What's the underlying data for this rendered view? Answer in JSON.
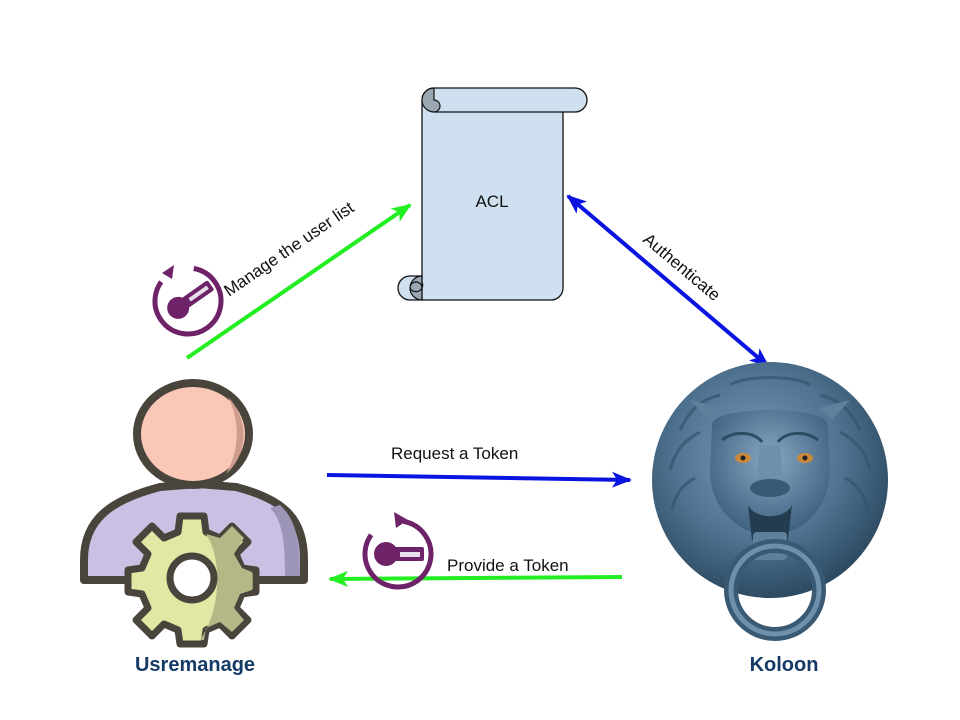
{
  "diagram": {
    "nodes": {
      "acl": {
        "label": "ACL",
        "fill": "#cfe0f0",
        "icon": "scroll-icon"
      },
      "usremanage": {
        "label": "Usremanage",
        "icon": "user-gear-icon"
      },
      "koloon": {
        "label": "Koloon",
        "icon": "lion-door-knocker-icon"
      }
    },
    "edges": [
      {
        "id": "manage",
        "from": "usremanage",
        "to": "acl",
        "label": "Manage the user list",
        "color": "#22ee22",
        "direction": "forward",
        "icon": "token-key-icon"
      },
      {
        "id": "authenticate",
        "from": "koloon",
        "to": "acl",
        "label": "Authenticate",
        "color": "#0a14e0",
        "direction": "both"
      },
      {
        "id": "request",
        "from": "usremanage",
        "to": "koloon",
        "label": "Request a Token",
        "color": "#0a14e0",
        "direction": "forward"
      },
      {
        "id": "provide",
        "from": "koloon",
        "to": "usremanage",
        "label": "Provide a Token",
        "color": "#22ee22",
        "direction": "forward",
        "icon": "token-key-icon"
      }
    ],
    "colors": {
      "label_text": "#153a66",
      "token_icon": "#6e2369"
    }
  }
}
